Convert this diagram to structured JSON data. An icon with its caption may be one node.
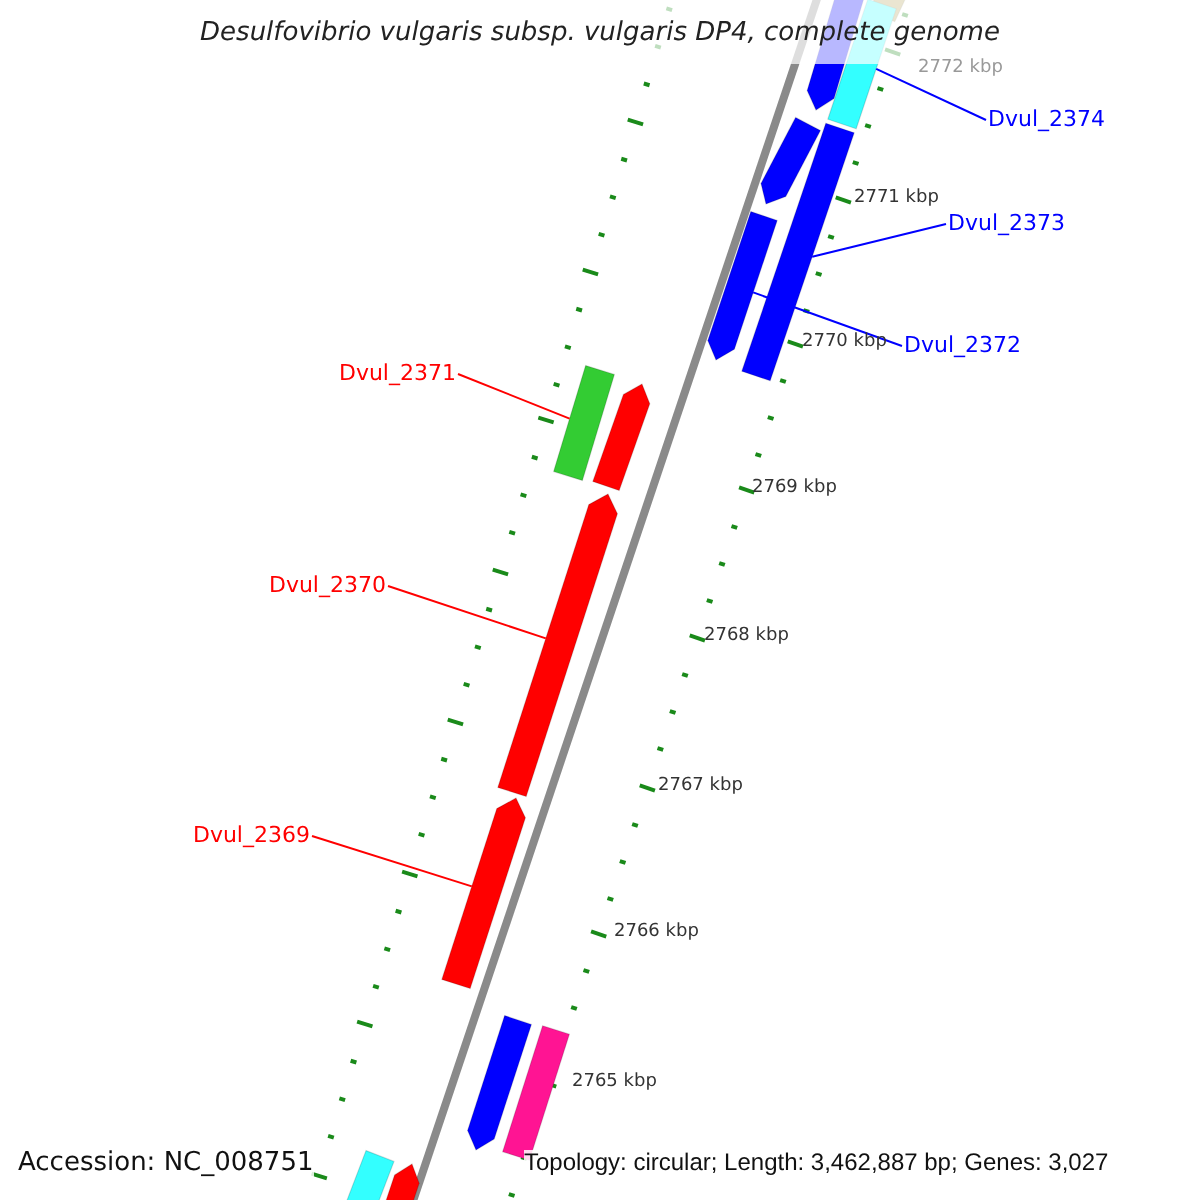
{
  "diagram": {
    "title": "Desulfovibrio vulgaris subsp. vulgaris DP4, complete genome",
    "nodes": [
      {
        "text": [
          "Dvul_2374"
        ]
      },
      {
        "text": [
          "Dvul_2373"
        ]
      },
      {
        "text": [
          "Dvul_2372"
        ]
      },
      {
        "text": [
          "Dvul_2371"
        ]
      },
      {
        "text": [
          "Dvul_2370"
        ]
      },
      {
        "text": [
          "Dvul_2369"
        ]
      },
      {
        "text": [],
        "shape": "bar"
      },
      {
        "text": [],
        "shape": "bar"
      },
      {
        "text": [],
        "shape": "bar"
      },
      {
        "text": [],
        "shape": "bar"
      },
      {
        "text": [],
        "shape": "bar"
      },
      {
        "text": [],
        "shape": "bar"
      },
      {
        "text": [],
        "shape": "bar"
      },
      {
        "text": [],
        "shape": "bar"
      },
      {
        "text": [],
        "shape": "bar"
      },
      {
        "text": [],
        "shape": "bar"
      },
      {
        "text": [],
        "shape": "bar"
      },
      {
        "text": [],
        "shape": "bar"
      },
      {
        "text": [],
        "shape": "bar"
      },
      {
        "text": [],
        "shape": "bar"
      }
    ],
    "edges": [
      {
        "from": 0,
        "to": 8,
        "arrow": "none",
        "color": "#0000ff"
      },
      {
        "from": 1,
        "to": 10,
        "arrow": "none",
        "color": "#0000ff"
      },
      {
        "from": 2,
        "to": 11,
        "arrow": "none",
        "color": "#0000ff"
      },
      {
        "from": 3,
        "to": 12,
        "arrow": "none",
        "color": "#ff0000"
      },
      {
        "from": 4,
        "to": 14,
        "arrow": "none",
        "color": "#ff0000"
      },
      {
        "from": 5,
        "to": 15,
        "arrow": "none",
        "color": "#ff0000"
      }
    ],
    "labels": [
      "2772 kbp",
      "2771 kbp",
      "2770 kbp",
      "2769 kbp",
      "2768 kbp",
      "2767 kbp",
      "2766 kbp",
      "2765 kbp",
      "Accession: NC_008751",
      "Topology: circular; Length: 3,462,887 bp; Genes: 3,027"
    ]
  }
}
